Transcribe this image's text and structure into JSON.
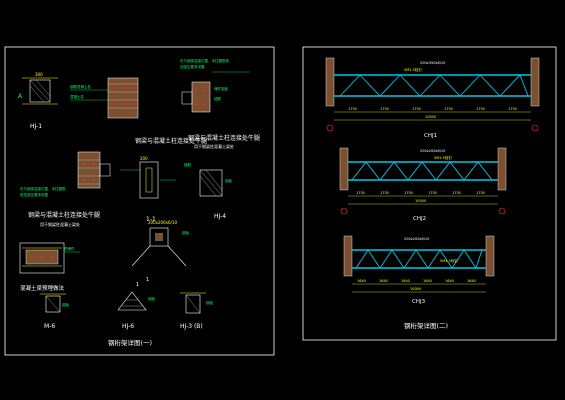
{
  "colors": {
    "background": "#000000",
    "frame": "#ffffff",
    "text": "#ffffff",
    "note": "#00ff66",
    "steel": "#00c8e6",
    "red": "#ff2a2a",
    "yellow": "#ffff00",
    "magenta": "#ff40ff",
    "hatch": "#c2c2c2"
  },
  "sheet_left": {
    "title": "钢桁架详图(一)",
    "labels": {
      "hj1": "HJ-1",
      "connect_a": "钢梁与混凝土柱连接处牛腿",
      "connect_b": "钢梁与混凝土柱连接处牛腿",
      "connect_b_note": "用于钢梁柱混凝土梁处",
      "connect_c": "钢梁与混凝土柱连接处牛腿",
      "connect_c_note": "用于钢梁柱混凝土梁处",
      "section_11": "1-1",
      "hj4": "HJ-4",
      "support": "混凝土梁预埋做法",
      "m6": "M-6",
      "hj6": "HJ-6",
      "hj3": "HJ-3 (B)",
      "num1": "1",
      "num2": "1"
    }
  },
  "sheet_right": {
    "title": "钢桁架详图(二)",
    "trusses": [
      {
        "name": "CHJ1",
        "chord_note": "5M1.5栓钉",
        "top_note": "200x350x6/10",
        "bays": [
          "1750",
          "1750",
          "1750",
          "1750",
          "1750",
          "1750"
        ],
        "total": "10500"
      },
      {
        "name": "CHJ2",
        "chord_note": "5M1.5栓钉",
        "top_note": "200x200x6/10",
        "bays": [
          "1750",
          "1750",
          "1750",
          "1750",
          "1750",
          "1750"
        ],
        "total": "10500"
      },
      {
        "name": "CHJ3",
        "chord_note": "5M1.5栓钉",
        "top_note": "200x200x6/10",
        "bays": [
          "1640",
          "1640",
          "1640",
          "1640",
          "1640",
          "1640"
        ],
        "total": "10000"
      }
    ]
  }
}
